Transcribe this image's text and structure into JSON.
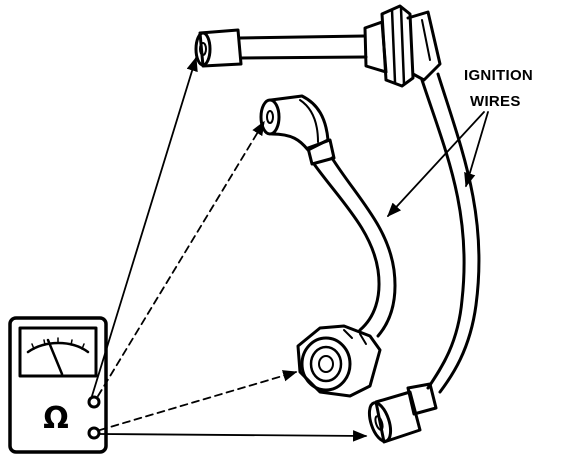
{
  "callout": {
    "line1": "IGNITION",
    "line2": "WIRES"
  },
  "meter": {
    "symbol": "Ω"
  },
  "icons": [
    "ohmmeter-icon",
    "ignition-wire-icon"
  ],
  "colors": {
    "ink": "#000000",
    "background": "#ffffff"
  }
}
